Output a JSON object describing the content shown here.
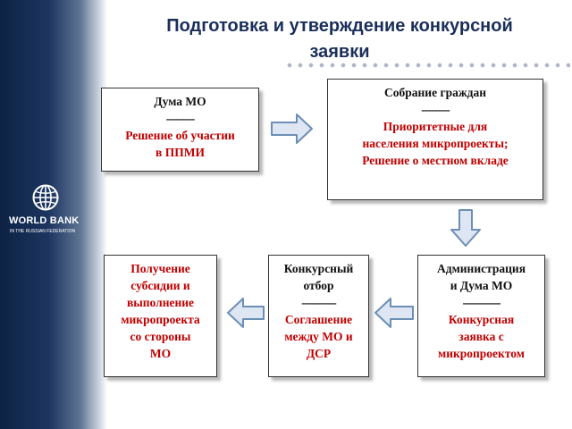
{
  "header": {
    "title_line1": "Подготовка и утверждение конкурсной",
    "title_line2": "заявки"
  },
  "brand": {
    "name": "WORLD BANK",
    "subtitle": "IN THE RUSSIAN FEDERATION"
  },
  "boxes": {
    "duma": {
      "heading": "Дума МО",
      "separator": "---------",
      "red_lines": [
        "Решение об участии",
        "в ППМИ"
      ]
    },
    "citizens": {
      "heading": "Собрание граждан",
      "separator": "---------",
      "red_lines": [
        "Приоритетные для",
        "населения  микропроекты;",
        "Решение о местном вкладе"
      ]
    },
    "admin": {
      "heading_lines": [
        "Администрация",
        "и  Дума МО"
      ],
      "separator": "------------",
      "red_lines": [
        "Конкурсная",
        "заявка с",
        "микропроектом"
      ]
    },
    "selection": {
      "heading_lines": [
        "Конкурсный",
        "отбор"
      ],
      "separator": "-----------",
      "red_lines": [
        "Соглашение",
        "между МО и",
        "ДСР"
      ]
    },
    "subsidy": {
      "red_lines": [
        "Получение",
        "субсидии и",
        "выполнение",
        "микропроекта",
        "со стороны",
        "МО"
      ]
    }
  },
  "colors": {
    "title": "#1b2f5a",
    "accent_red": "#c00000",
    "arrow_fill": "#dde6f2",
    "arrow_stroke": "#6c8fb5",
    "sidebar": "#1c3560"
  }
}
